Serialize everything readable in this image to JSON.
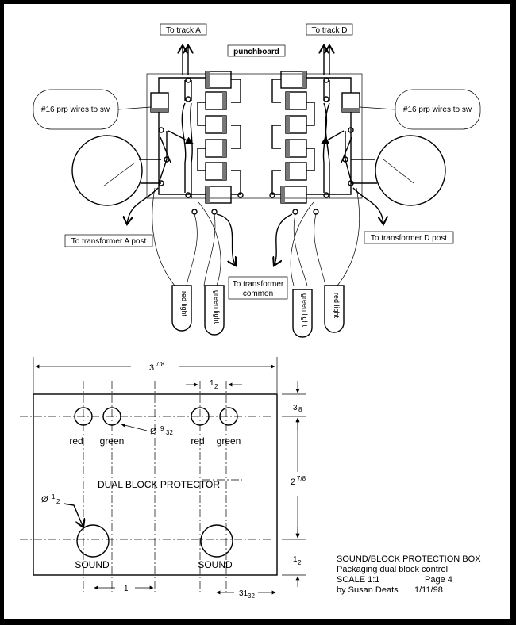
{
  "schematic": {
    "track_a": "To track A",
    "track_d": "To track D",
    "punchboard": "punchboard",
    "wires_left": "#16 prp wires to sw",
    "wires_right": "#16 prp wires to sw",
    "transformer_a": "To transformer A post",
    "transformer_d": "To transformer D post",
    "transformer_common_1": "To transformer",
    "transformer_common_2": "common",
    "red_light": "red light",
    "green_light": "green light"
  },
  "panel": {
    "width_dim_whole": "3",
    "width_dim_frac": "7/8",
    "half_num": "1",
    "half_den": "2",
    "top_dim_whole": "3",
    "top_dim_den": "8",
    "height_dim_whole": "2",
    "height_dim_frac": "7/8",
    "hole_dim_prefix": "Ø",
    "hole_dim_num": "9",
    "hole_dim_den": "32",
    "sound_dim_prefix": "Ø",
    "sound_dim_num": "1",
    "sound_dim_den": "2",
    "bottom_half_num": "1",
    "bottom_half_den": "2",
    "one": "1",
    "right_dim_num": "31",
    "right_dim_den": "32",
    "red": "red",
    "green": "green",
    "title": "DUAL BLOCK PROTECTOR",
    "sound": "SOUND"
  },
  "title_block": {
    "line1": "SOUND/BLOCK PROTECTION BOX",
    "line2": "Packaging dual block control",
    "line3": "SCALE 1:1",
    "page": "Page 4",
    "line4": "by Susan Deats",
    "date": "1/11/98"
  }
}
